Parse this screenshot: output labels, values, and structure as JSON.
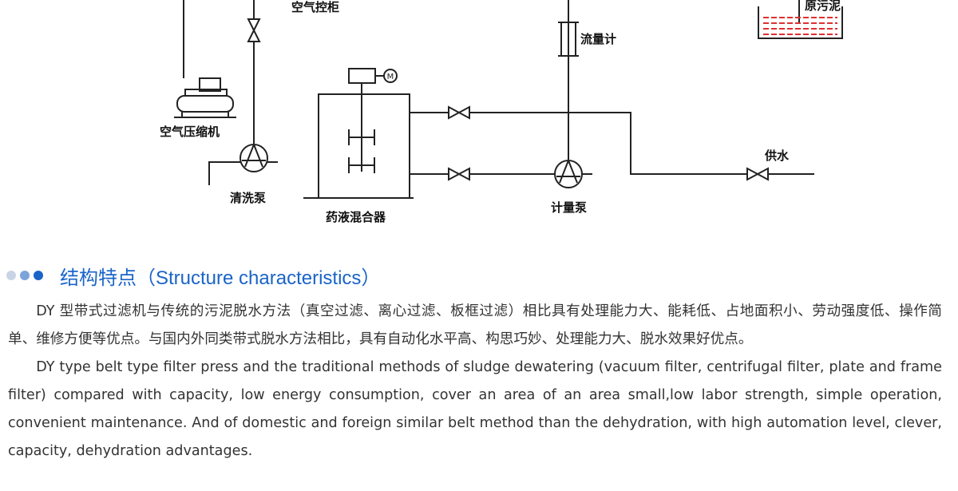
{
  "diagram": {
    "labels": {
      "air_control_box": "空气控柜",
      "air_compressor": "空气压缩机",
      "wash_pump": "清洗泵",
      "chemical_mixer": "药液混合器",
      "flow_meter": "流量计",
      "metering_pump": "计量泵",
      "water_supply": "供水",
      "raw_sludge": "原污泥"
    },
    "motor_letter": "M"
  },
  "section": {
    "title": "结构特点（Structure characteristics）",
    "dot_colors": [
      "#c8d4e6",
      "#7da3db",
      "#1a64c8"
    ]
  },
  "content": {
    "paragraph_cn": "DY 型带式过滤机与传统的污泥脱水方法（真空过滤、离心过滤、板框过滤）相比具有处理能力大、能耗低、占地面积小、劳动强度低、操作简单、维修方便等优点。与国内外同类带式脱水方法相比，具有自动化水平高、构思巧妙、处理能力大、脱水效果好优点。",
    "paragraph_en": "DY type belt type filter press and the traditional methods of sludge dewatering (vacuum filter, centrifugal filter, plate and frame filter) compared with capacity, low energy consumption, cover an area of an area small,low labor strength, simple operation, convenient maintenance. And of domestic and foreign similar belt method than the dehydration, with high automation level, clever, capacity, dehydration advantages."
  }
}
